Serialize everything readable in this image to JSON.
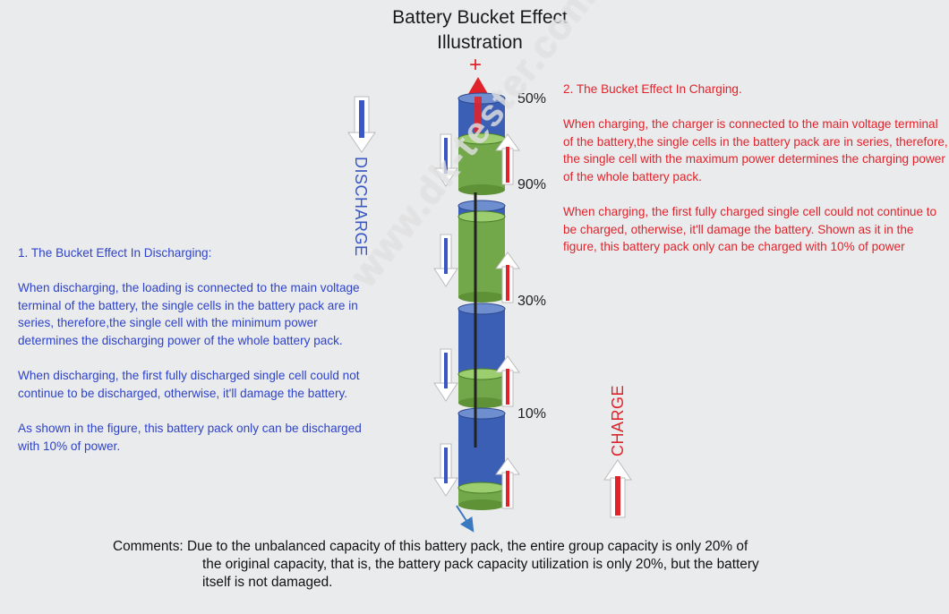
{
  "title": "Battery Bucket Effect\nIllustration",
  "title_line1": "Battery Bucket Effect",
  "title_line2": "Illustration",
  "plus_sign": "+",
  "discharge_label": "DISCHARGE",
  "charge_label": "CHARGE",
  "cell_levels": [
    "50%",
    "90%",
    "30%",
    "10%"
  ],
  "left_panel": {
    "heading": "1. The Bucket Effect In Discharging:",
    "para1": "When discharging, the loading is connected to the main voltage terminal of the battery, the single cells in the battery pack are in series, therefore,the single cell with the minimum power determines the discharging power of the whole battery pack.",
    "para2": "When discharging, the first fully discharged single cell could not continue to be discharged, otherwise, it'll damage the battery.",
    "para3": "As shown in the figure, this battery pack only can be discharged with 10% of power."
  },
  "right_panel": {
    "heading": "2. The Bucket Effect In Charging.",
    "para1": "When charging, the charger is connected to the main voltage terminal of the battery,the single cells in the battery pack are in series, therefore, the single cell with  the maximum power determines the charging power of the whole battery pack.",
    "para2": "When charging, the first fully charged single cell could not continue to be charged, otherwise, it'll damage the battery. Shown as it in the figure, this battery pack only can be charged with 10% of power"
  },
  "comments": {
    "line1": "Comments: Due to the unbalanced capacity of this battery pack, the entire group capacity is only 20% of",
    "line2": "the original capacity, that is, the battery pack capacity utilization is only 20%, but the battery",
    "line3": "itself is not damaged."
  },
  "watermark": "www.dk-tester.com",
  "colors": {
    "cell_blue": "#3a5fb4",
    "cell_green": "#72a84a",
    "arrow_blue": "#3a58c4",
    "arrow_red": "#e0232b",
    "left_text": "#2f43c8",
    "right_text": "#e0232b"
  }
}
